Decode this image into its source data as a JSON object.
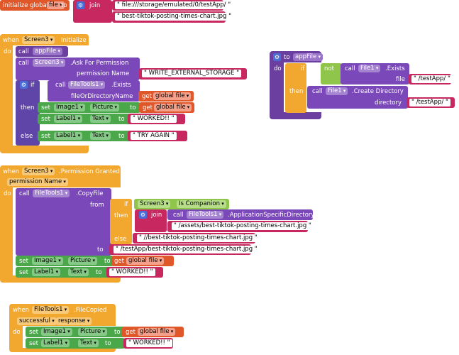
{
  "global_var": {
    "label": "initialize global",
    "name": "file",
    "to": "to",
    "join": "join",
    "part1": "file:///storage/emulated/0/testApp/",
    "part2": "best-tiktok-posting-times-chart.jpg"
  },
  "init_block": {
    "when": "when",
    "component": "Screen3",
    "event": "Initialize",
    "do": "do",
    "call": "call",
    "appfile_proc": "appFile",
    "screen_comp": "Screen3",
    "ask_permission": ".Ask For Permission",
    "permission_name_label": "permission Name",
    "permission_value": "WRITE_EXTERNAL_STORAGE",
    "if": "if",
    "filetools": "FileTools1",
    "exists": ".Exists",
    "file_or_dir": "fileOrDirectoryName",
    "get": "get",
    "global_file": "global file",
    "then": "then",
    "set": "set",
    "image1": "Image1",
    "picture": "Picture",
    "to": "to",
    "label1": "Label1",
    "text_prop": "Text",
    "worked": "WORKED!!",
    "else": "else",
    "try_again": "TRY AGAIN"
  },
  "appfile_block": {
    "to": "to",
    "name": "appFile",
    "do": "do",
    "if": "if",
    "not": "not",
    "call": "call",
    "file1": "File1",
    "exists": ".Exists",
    "file_label": "file",
    "path1": "/testApp/",
    "then": "then",
    "create_dir": ".Create Directory",
    "directory_label": "directory",
    "path2": "/testApp/"
  },
  "permission_block": {
    "when": "when",
    "component": "Screen3",
    "event": ".Permission Granted",
    "param": "permission Name",
    "do": "do",
    "call": "call",
    "filetools": "FileTools1",
    "copyfile": ".CopyFile",
    "from": "from",
    "if": "if",
    "screen_comp": "Screen3",
    "is_companion": "Is Companion",
    "then": "then",
    "join": "join",
    "app_specific_dir": ".ApplicationSpecificDirectory",
    "assets_path": "/assets/best-tiktok-posting-times-chart.jpg",
    "else": "else",
    "else_path": "//best-tiktok-posting-times-chart.jpg",
    "to": "to",
    "to_path": "/testApp/best-tiktok-posting-times-chart.jpg",
    "set": "set",
    "image1": "Image1",
    "picture": "Picture",
    "get": "get",
    "global_file": "global file",
    "label1": "Label1",
    "text_prop": "Text",
    "worked": "WORKED!!"
  },
  "copied_block": {
    "when": "when",
    "component": "FileTools1",
    "event": ".FileCopied",
    "param1": "successful",
    "param2": "response",
    "do": "do",
    "set": "set",
    "image1": "Image1",
    "picture": "Picture",
    "to": "to",
    "get": "get",
    "global_file": "global file",
    "label1": "Label1",
    "text_prop": "Text",
    "worked": "WORKED!!"
  },
  "colors": {
    "event": "#f2a72e",
    "procedure": "#6b3fa0",
    "component_method": "#7a48b8",
    "text": "#c7285f",
    "setter": "#4aa84a",
    "variable": "#e0582a",
    "logic": "#8fc54a",
    "mutator": "#4a6cd4"
  }
}
